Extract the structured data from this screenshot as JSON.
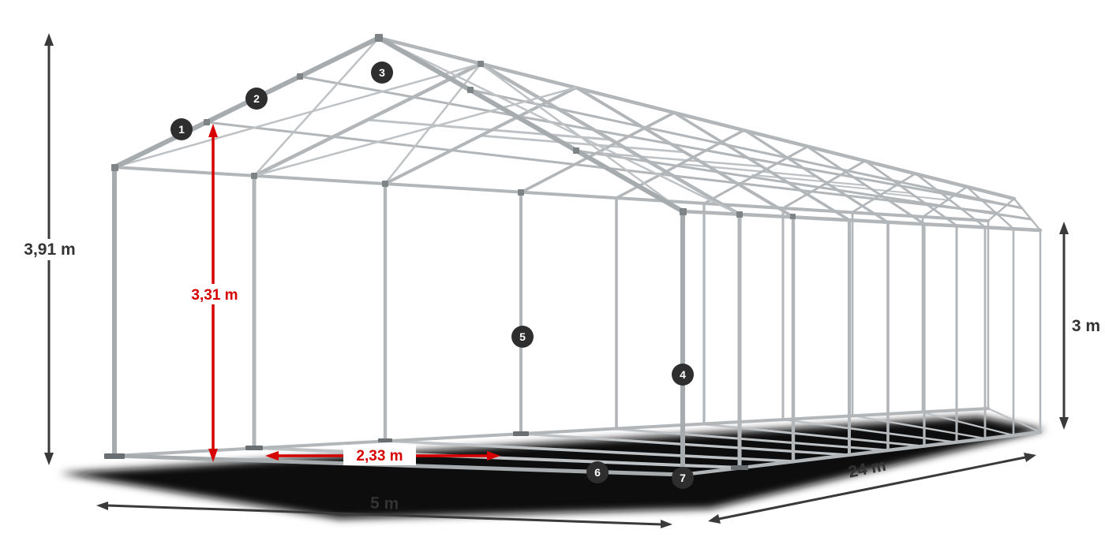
{
  "dimensions": {
    "overall_height": "3,91 m",
    "inner_height": "3,31 m",
    "inner_width": "2,33 m",
    "width": "5 m",
    "length": "24 m",
    "side_height": "3 m"
  },
  "markers": [
    "1",
    "2",
    "3",
    "4",
    "5",
    "6",
    "7"
  ],
  "colors": {
    "dimension_arrow": "#3a3a3a",
    "highlight_arrow": "#d60000",
    "frame_tube": "#b2b6b9",
    "badge": "#2e2e2e",
    "background": "#ffffff"
  }
}
